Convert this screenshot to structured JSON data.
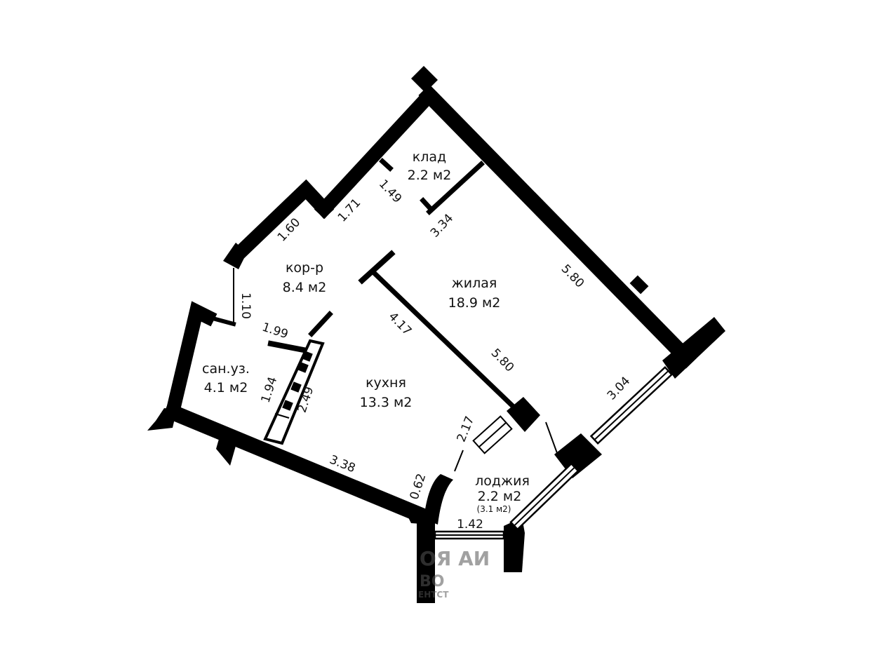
{
  "rooms": {
    "storage": {
      "name": "клад",
      "area": "2.2 м2"
    },
    "corridor": {
      "name": "кор-р",
      "area": "8.4 м2"
    },
    "living": {
      "name": "жилая",
      "area": "18.9 м2"
    },
    "bathroom": {
      "name": "сан.уз.",
      "area": "4.1 м2"
    },
    "kitchen": {
      "name": "кухня",
      "area": "13.3 м2"
    },
    "loggia": {
      "name": "лоджия",
      "area": "2.2 м2",
      "area_full": "(3.1 м2)"
    }
  },
  "dimensions": {
    "d_1_49": "1.49",
    "d_1_71": "1.71",
    "d_1_60": "1.60",
    "d_3_34": "3.34",
    "d_5_80_outer": "5.80",
    "d_1_10": "1.10",
    "d_1_99": "1.99",
    "d_4_17": "4.17",
    "d_5_80_inner": "5.80",
    "d_1_94": "1.94",
    "d_2_49": "2.49",
    "d_3_04": "3.04",
    "d_2_17": "2.17",
    "d_3_38": "3.38",
    "d_0_62": "0.62",
    "d_1_42": "1.42"
  },
  "watermark": {
    "line1": "ОЯ  АИ",
    "line2": "ВО",
    "line3": "ЕНТСТ"
  }
}
